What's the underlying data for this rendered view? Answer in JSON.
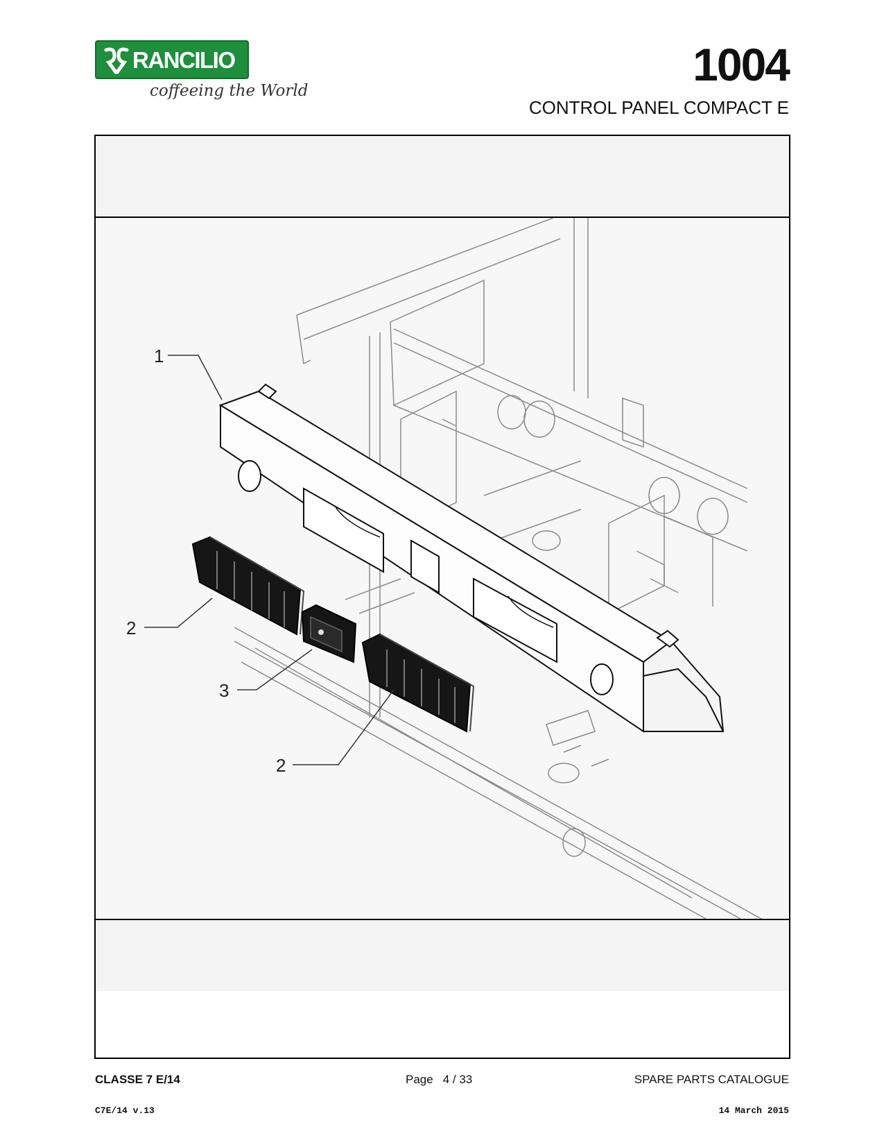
{
  "header": {
    "brand": "RANCILIO",
    "tagline": "coffeeing the World",
    "doc_number": "1004",
    "doc_title": "CONTROL PANEL COMPACT E"
  },
  "drawing": {
    "callouts": [
      "1",
      "2",
      "3",
      "2"
    ]
  },
  "footer": {
    "model": "CLASSE 7 E/14",
    "page_label": "Page",
    "page_value": "4 / 33",
    "catalogue": "SPARE PARTS CATALOGUE",
    "version": "C7E/14 v.13",
    "date": "14 March 2015"
  }
}
